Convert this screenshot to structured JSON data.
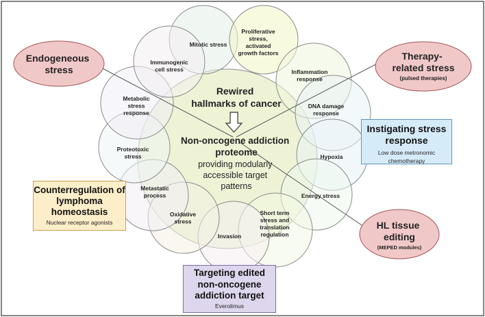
{
  "outer_border_color": "#5a5a5a",
  "center": {
    "title_line1": "Rewired",
    "title_line2": "hallmarks of cancer",
    "sub_line1": "Non-oncogene addiction",
    "sub_line2": "proteome",
    "desc_line1": "providing modularly",
    "desc_line2": "accessible target",
    "desc_line3": "patterns",
    "fill": "#eef3d6"
  },
  "petals": [
    {
      "lines": [
        "Mitotic stress"
      ],
      "fill": "#e3f1ea"
    },
    {
      "lines": [
        "Proliferative",
        "stress,",
        "activated",
        "growth factors"
      ],
      "fill": "#f3f6c6"
    },
    {
      "lines": [
        "Inflammation",
        "response"
      ],
      "fill": "#eef5dd"
    },
    {
      "lines": [
        "DNA damage",
        "response"
      ],
      "fill": "#eaf2f6"
    },
    {
      "lines": [
        "Hypoxia"
      ],
      "fill": "#e8f3f5"
    },
    {
      "lines": [
        "Energy stress"
      ],
      "fill": "#eef7ef"
    },
    {
      "lines": [
        "Short term",
        "stress and",
        "translation",
        "regulation"
      ],
      "fill": "#f2f7e2"
    },
    {
      "lines": [
        "Invasion"
      ],
      "fill": "#f6eef3"
    },
    {
      "lines": [
        "Oxidative",
        "stress"
      ],
      "fill": "#f4f1e4"
    },
    {
      "lines": [
        "Metastatic",
        "process"
      ],
      "fill": "#f2eff4"
    },
    {
      "lines": [
        "Proteotoxic",
        "stress"
      ],
      "fill": "#eef4f4"
    },
    {
      "lines": [
        "Metabolic",
        "stress",
        "response"
      ],
      "fill": "#f1eef5"
    },
    {
      "lines": [
        "Immunogenic",
        "cell stress"
      ],
      "fill": "#f4eef1"
    }
  ],
  "stress_ovals": [
    {
      "title_lines": [
        "Endogeneous",
        "stress"
      ],
      "sub": "",
      "fill": "#f1c8c8"
    },
    {
      "title_lines": [
        "Therapy-",
        "related stress"
      ],
      "sub": "(pulsed therapies)",
      "fill": "#f1c8c8"
    },
    {
      "title_lines": [
        "HL tissue",
        "editing"
      ],
      "sub": "(MEPED modules)",
      "fill": "#f1c8c8"
    }
  ],
  "boxes": {
    "instigating": {
      "title": "Instigating stress response",
      "sub": "Low dose metronomic chemotherapy",
      "fill": "#d6ebf8",
      "border": "#5b95c2"
    },
    "counter": {
      "title": "Counterregulation of lymphoma homeostasis",
      "sub": "Nuclear receptor agonists",
      "fill": "#fbeec9",
      "border": "#c9a24d"
    },
    "targeting": {
      "title": "Targeting edited non-oncogene addiction target",
      "sub": "Everolimus",
      "fill": "#ddd6ec",
      "border": "#7d6aa8"
    }
  }
}
